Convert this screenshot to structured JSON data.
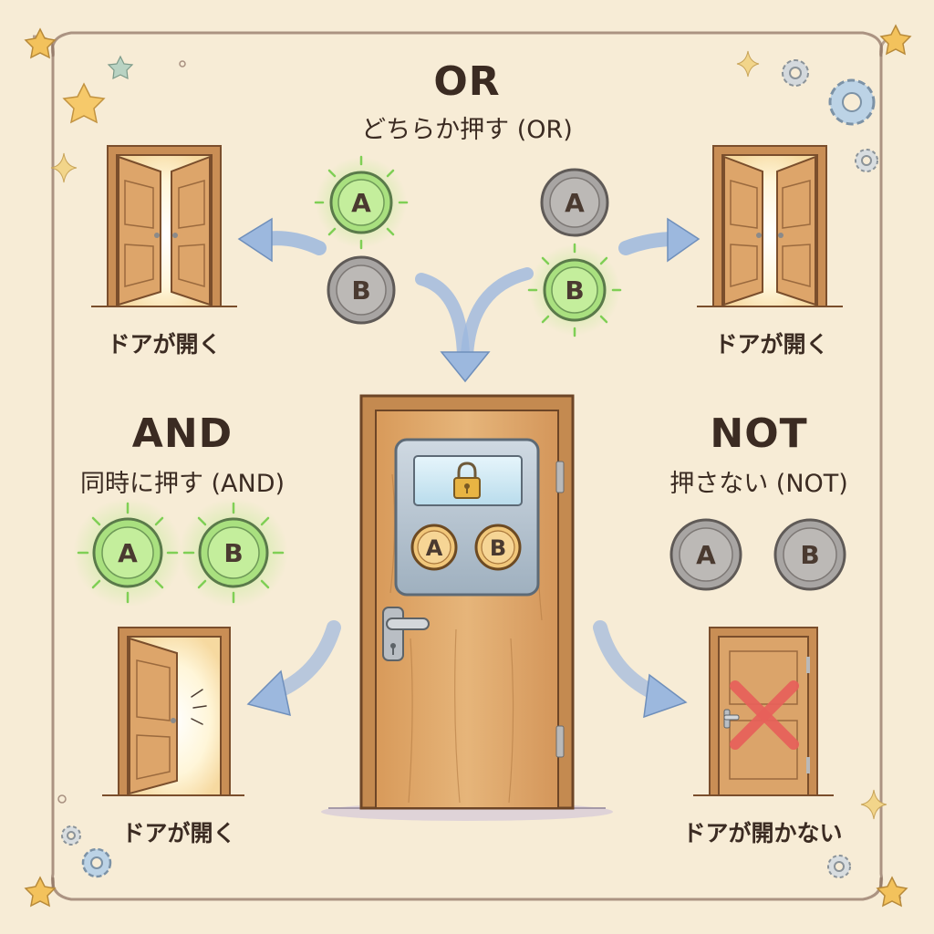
{
  "or": {
    "title": "OR",
    "subtitle": "どちらか押す (OR)",
    "left_caption": "ドアが開く",
    "right_caption": "ドアが開く"
  },
  "and": {
    "title": "AND",
    "subtitle": "同時に押す (AND)",
    "caption": "ドアが開く"
  },
  "not": {
    "title": "NOT",
    "subtitle": "押さない (NOT)",
    "caption": "ドアが開かない"
  },
  "buttons": {
    "a": "A",
    "b": "B"
  },
  "colors": {
    "background": "#f7ecd6",
    "pressed": "#9fdc7a",
    "unpressed": "#a8a5a3",
    "door": "#d9a263",
    "arrow": "#9cb8de",
    "cross": "#e8605a"
  }
}
